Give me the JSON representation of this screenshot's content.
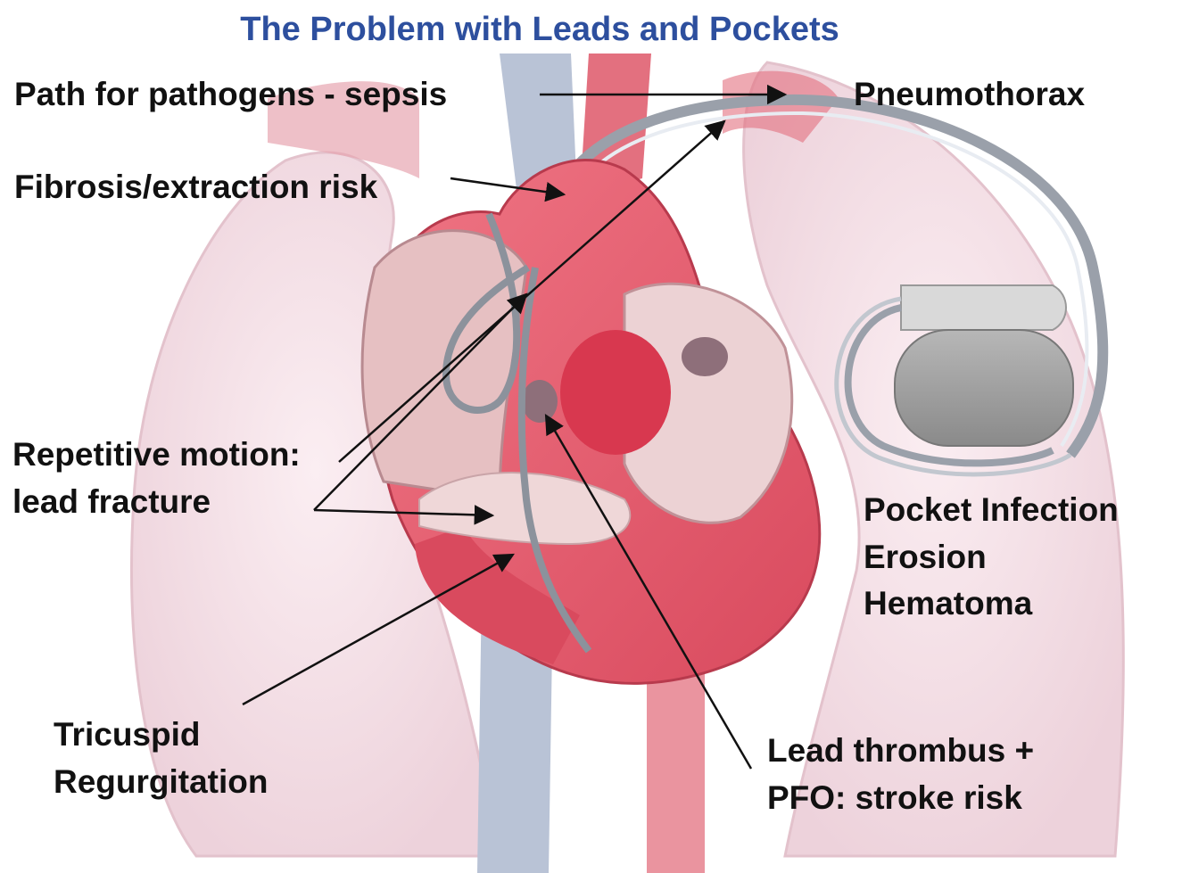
{
  "title": "The Problem with Leads and Pockets",
  "labels": {
    "pathogens": "Path for pathogens - sepsis",
    "pneumothorax": "Pneumothorax",
    "fibrosis": "Fibrosis/extraction risk",
    "repetitive_line1": "Repetitive motion:",
    "repetitive_line2": "lead fracture",
    "pocket_line1": "Pocket Infection",
    "pocket_line2": "Erosion",
    "pocket_line3": "Hematoma",
    "tricuspid_line1": "Tricuspid",
    "tricuspid_line2": "Regurgitation",
    "thrombus_line1": "Lead thrombus +",
    "thrombus_line2": "PFO: stroke risk"
  },
  "colors": {
    "title": "#2d4f9e",
    "lung": "#f3dde4",
    "heart": "#e25b6c",
    "vein": "#b9c3d6",
    "artery": "#e3707f",
    "device": "#9a9a9a",
    "label": "#111111"
  }
}
